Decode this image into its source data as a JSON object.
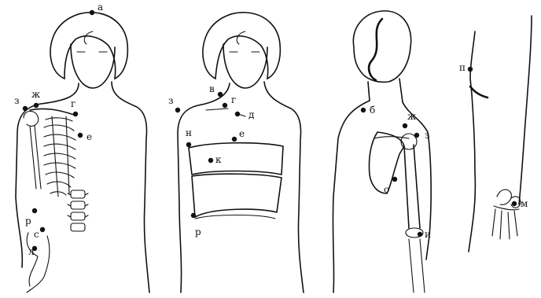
{
  "figures": [
    {
      "id": "front-skeleton",
      "points": [
        {
          "key": "a",
          "label": "а"
        },
        {
          "key": "z",
          "label": "з"
        },
        {
          "key": "zh",
          "label": "ж"
        },
        {
          "key": "g",
          "label": "г"
        },
        {
          "key": "e",
          "label": "е"
        },
        {
          "key": "r",
          "label": "р"
        },
        {
          "key": "s",
          "label": "с"
        },
        {
          "key": "l",
          "label": "л"
        }
      ]
    },
    {
      "id": "front-torso",
      "points": [
        {
          "key": "z",
          "label": "з"
        },
        {
          "key": "v",
          "label": "в"
        },
        {
          "key": "g",
          "label": "г"
        },
        {
          "key": "d",
          "label": "д"
        },
        {
          "key": "e",
          "label": "е"
        },
        {
          "key": "n",
          "label": "н"
        },
        {
          "key": "k",
          "label": "к"
        },
        {
          "key": "r",
          "label": "р"
        }
      ]
    },
    {
      "id": "back-view",
      "points": [
        {
          "key": "b",
          "label": "б"
        },
        {
          "key": "zh",
          "label": "ж"
        },
        {
          "key": "z",
          "label": "з"
        },
        {
          "key": "o",
          "label": "о"
        },
        {
          "key": "i",
          "label": "и"
        }
      ]
    },
    {
      "id": "side-arm",
      "points": [
        {
          "key": "p",
          "label": "п"
        },
        {
          "key": "m",
          "label": "м"
        }
      ]
    }
  ]
}
